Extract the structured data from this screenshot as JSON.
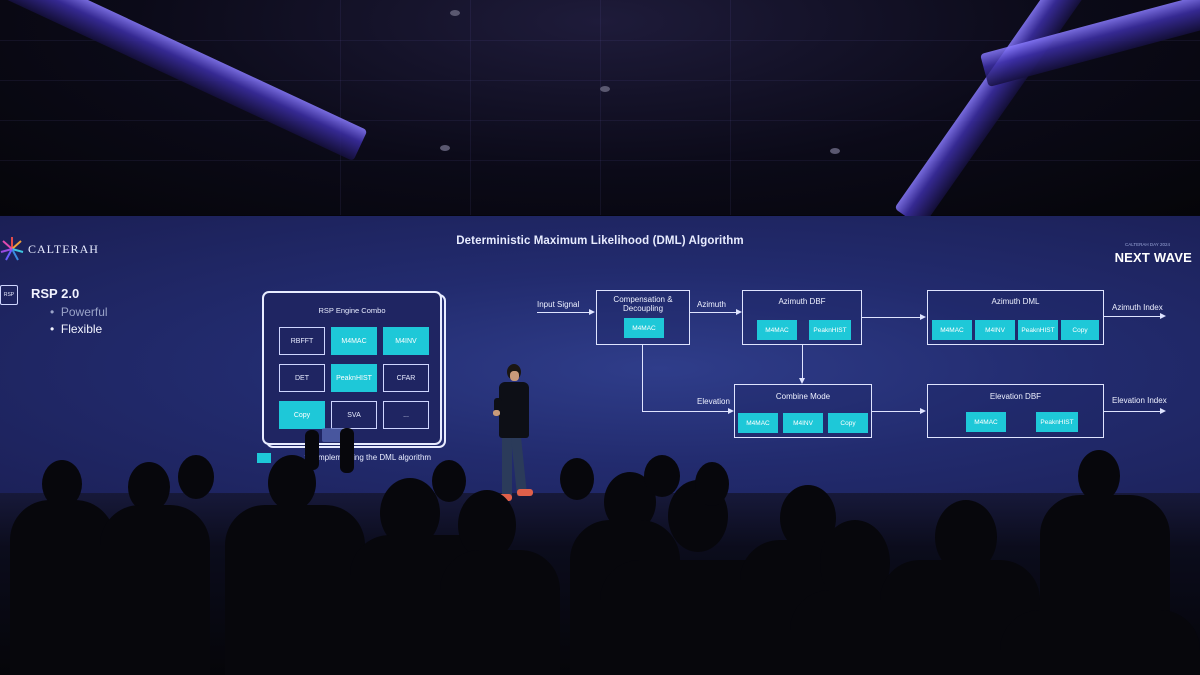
{
  "slide": {
    "title": "Deterministic Maximum Likelihood (DML) Algorithm",
    "brand": "CALTERAH",
    "event_tag": "CALTERAH DAY 2024",
    "event_logo": "NEXT WAVE",
    "chip_label": "RSP",
    "product": "RSP 2.0",
    "features": [
      "Powerful",
      "Flexible"
    ],
    "engine_combo": {
      "title": "RSP Engine Combo",
      "cells": [
        {
          "label": "RBFFT",
          "highlight": false
        },
        {
          "label": "M4MAC",
          "highlight": true
        },
        {
          "label": "M4INV",
          "highlight": true
        },
        {
          "label": "DET",
          "highlight": false
        },
        {
          "label": "PeaknHIST",
          "highlight": true
        },
        {
          "label": "CFAR",
          "highlight": false
        },
        {
          "label": "Copy",
          "highlight": true
        },
        {
          "label": "SVA",
          "highlight": false
        },
        {
          "label": "...",
          "highlight": false
        }
      ]
    },
    "legend_text": "...for implementing the DML algorithm",
    "flow": {
      "input_signal": "Input Signal",
      "comp_title": "Compensation & Decoupling",
      "comp_btn": "M4MAC",
      "azimuth_label": "Azimuth",
      "elevation_label": "Elevation",
      "az_dbf_title": "Azimuth DBF",
      "az_dbf_btns": [
        "M4MAC",
        "PeaknHIST"
      ],
      "az_dml_title": "Azimuth DML",
      "az_dml_btns": [
        "M4MAC",
        "M4INV",
        "PeaknHIST",
        "Copy"
      ],
      "azimuth_index": "Azimuth Index",
      "combine_title": "Combine Mode",
      "combine_btns": [
        "M4MAC",
        "M4INV",
        "Copy"
      ],
      "el_dbf_title": "Elevation DBF",
      "el_dbf_btns": [
        "M4MAC",
        "PeaknHIST"
      ],
      "elevation_index": "Elevation Index"
    },
    "colors": {
      "accent_cyan": "#1ec8d8",
      "screen_bg": "#222b6e",
      "ceiling_beam": "#6a5cff"
    }
  }
}
